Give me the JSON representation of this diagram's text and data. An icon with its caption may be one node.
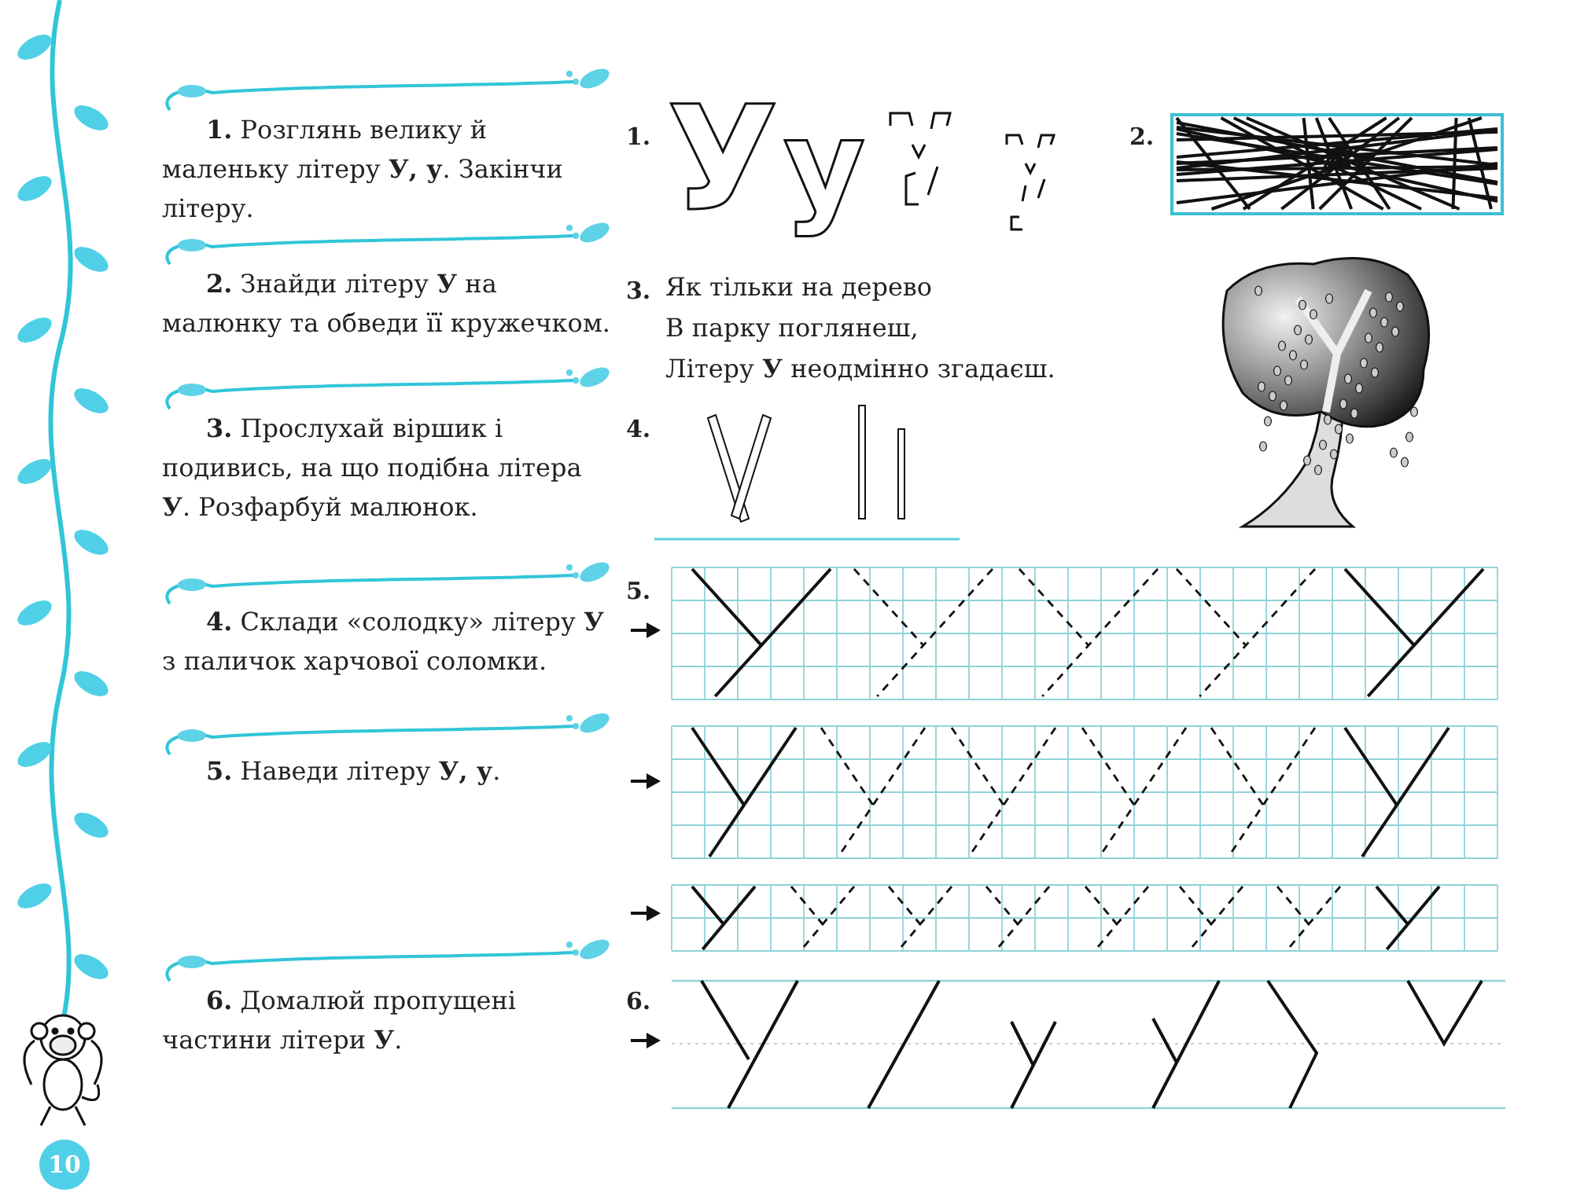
{
  "diagram": {
    "labels": [
      "**1.** Розглянь велику й маленьку літеру **У, у**. Закінчи літеру.",
      "**2.** Знайди літеру **У** на малюнку та обведи її кружечком.",
      "**3.** Прослухай віршик і подивись, на що подібна літера **У**. Розфарбуй малюнок.",
      "**4.** Склади «солодку» літеру **У** з паличок харчової соломки.",
      "**5.** Наведи літеру **У, у**.",
      "**6.** Домалюй пропущені частини літери **У**.",
      "1.",
      "У",
      "у",
      "2.",
      "3.",
      "Як тільки на дерево",
      "В парку поглянеш,",
      "Літеру **У** неодмінно згадаєш.",
      "4.",
      "5.",
      "6.",
      "10"
    ]
  }
}
